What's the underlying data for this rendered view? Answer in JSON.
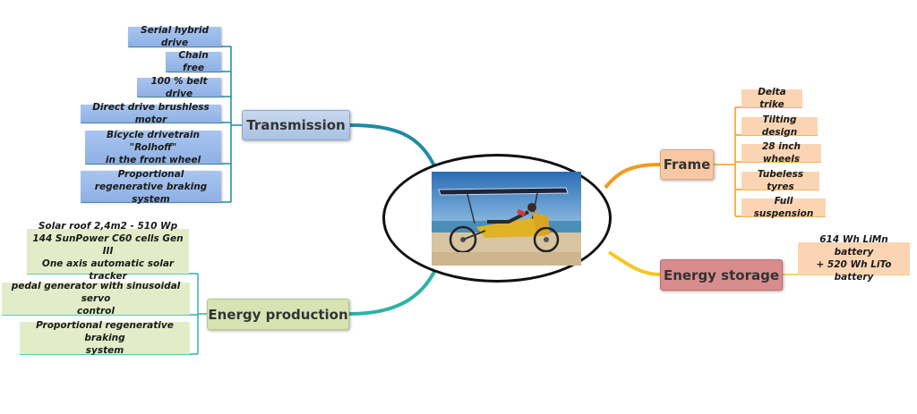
{
  "center": {
    "picture": "recumbent-solar-trike-photo"
  },
  "branches": {
    "transmission": {
      "label": "Transmission",
      "color": "#1f8aa3",
      "items": [
        "Serial hybrid drive",
        "Chain free",
        "100 % belt drive",
        "Direct drive brushless motor",
        [
          "Bicycle drivetrain \"Rolhoff\"",
          "in the front wheel"
        ],
        [
          "Proportional",
          "regenerative braking system"
        ]
      ]
    },
    "frame": {
      "label": "Frame",
      "color": "#f39a1e",
      "items": [
        "Delta trike",
        "Tilting design",
        "28 inch wheels",
        "Tubeless tyres",
        "Full suspension"
      ]
    },
    "storage": {
      "label": "Energy storage",
      "color": "#f6c624",
      "items": [
        [
          "614 Wh LiMn battery",
          "+ 520 Wh LiTo battery"
        ]
      ]
    },
    "production": {
      "label": "Energy production",
      "color": "#2db3a3",
      "items": [
        [
          "Solar roof  2,4m2 - 510 Wp",
          "144 SunPower C60 cells Gen III",
          "One axis automatic solar tracker"
        ],
        [
          "pedal generator with sinusoidal servo",
          "control"
        ],
        [
          "Proportional regenerative braking",
          "system"
        ]
      ]
    }
  }
}
